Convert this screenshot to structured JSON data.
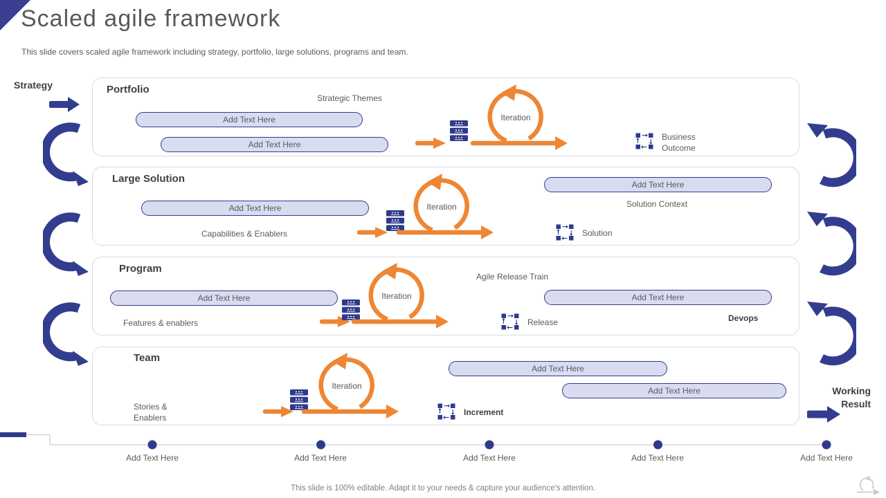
{
  "slide": {
    "title": "Scaled agile framework",
    "subtitle": "This slide covers scaled agile framework including strategy, portfolio, large solutions, programs and team.",
    "strategy_label": "Strategy",
    "working_result_label": "Working Result",
    "footer": "This slide is 100% editable. Adapt it to your needs & capture your audience's attention."
  },
  "rows": [
    {
      "title": "Portfolio",
      "theme_label": "Strategic Themes",
      "pill1": "Add Text Here",
      "pill2": "Add Text Here",
      "iteration": "Iteration",
      "cycle_label": "Business Outcome"
    },
    {
      "title": "Large Solution",
      "pill1": "Add Text Here",
      "label": "Capabilities & Enablers",
      "pill2": "Add Text Here",
      "context_label": "Solution Context",
      "iteration": "Iteration",
      "cycle_label": "Solution"
    },
    {
      "title": "Program",
      "pill1": "Add Text Here",
      "label": "Features & enablers",
      "train_label": "Agile Release Train",
      "pill2": "Add Text Here",
      "iteration": "Iteration",
      "cycle_label": "Release",
      "devops_label": "Devops"
    },
    {
      "title": "Team",
      "label": "Stories & Enablers",
      "iteration": "Iteration",
      "pill1": "Add Text Here",
      "pill2": "Add Text Here",
      "cycle_label": "Increment"
    }
  ],
  "timeline": {
    "labels": [
      "Add Text Here",
      "Add Text Here",
      "Add Text Here",
      "Add Text Here",
      "Add Text Here"
    ]
  },
  "colors": {
    "primary_blue": "#333D8F",
    "icon_navy": "#2E3A8C",
    "orange": "#EE8634",
    "pill_fill": "#D9DCF0",
    "pill_border": "#2F3B8F",
    "panel_border": "#D9D9E3",
    "text_gray": "#595959",
    "heading_gray": "#3F3F3F"
  },
  "icons": {
    "database-icon": "three stacked navy server layers with white dots",
    "iteration-loop-icon": "orange circular loop with counterclockwise arrow over a rightward line",
    "cycle-icon": "four navy squares with small arrows forming a cycle",
    "curved-arrow-left-icon": "thick indigo C-curve arrow pointing down-right",
    "curved-arrow-right-icon": "thick indigo reverse-C curve arrow pointing up-left",
    "straight-arrow-icon": "thick indigo right arrow",
    "agile-logo-icon": "light gray agile loop mark"
  }
}
